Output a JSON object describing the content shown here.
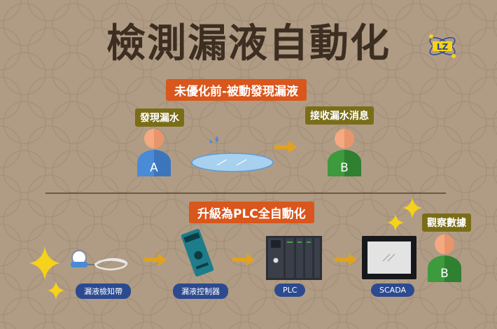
{
  "title": "檢測漏液自動化",
  "logo_text": "LZ",
  "section_before": {
    "banner": "未優化前-被動發現漏液",
    "person_a": {
      "tag": "發現漏水",
      "letter": "A"
    },
    "person_b": {
      "tag": "接收漏水消息",
      "letter": "B"
    }
  },
  "section_after": {
    "banner": "升級為PLC全自動化",
    "steps": [
      "漏液檢知帶",
      "漏液控制器",
      "PLC",
      "SCADA"
    ],
    "observer": {
      "tag": "觀察數據",
      "letter": "B"
    }
  },
  "colors": {
    "background": "#b09c85",
    "title": "#3d2e22",
    "banner": "#d9561c",
    "tag": "#7a6d18",
    "pill": "#2c4a8f",
    "arrow": "#e0a21f",
    "person_a_body": "#4a8bd6",
    "person_b_body": "#3d9a3d",
    "skin": "#f4a981",
    "sparkle": "#f6d21a"
  }
}
